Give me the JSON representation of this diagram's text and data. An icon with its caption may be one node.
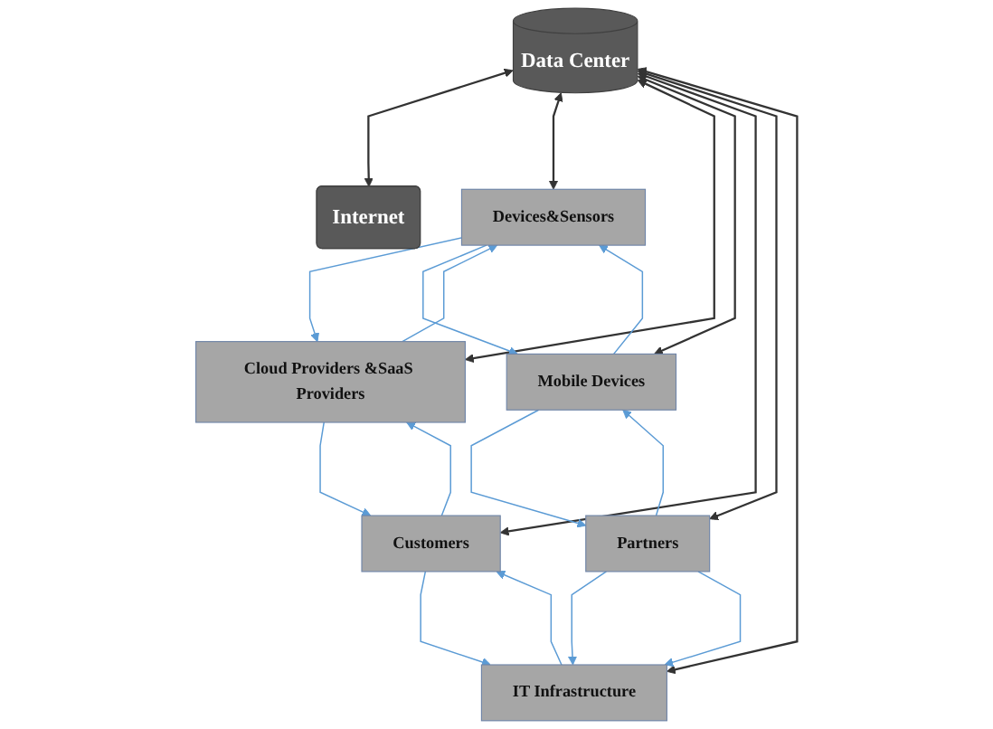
{
  "diagram": {
    "nodes": [
      {
        "text": [
          "Internet"
        ]
      },
      {
        "text": [
          "Devices&Sensors"
        ]
      },
      {
        "text": [
          "Cloud Providers &SaaS Providers"
        ]
      },
      {
        "text": [
          "Mobile Devices"
        ]
      },
      {
        "text": [
          "Data Center"
        ]
      },
      {
        "text": [
          "Customers"
        ]
      },
      {
        "text": [
          "Partners"
        ]
      },
      {
        "text": [
          "IT Infrastructure"
        ]
      }
    ],
    "edges": [
      {
        "from": 4,
        "to": 0,
        "arrow": "both",
        "color": "#333333"
      },
      {
        "from": 4,
        "to": 1,
        "arrow": "both",
        "color": "#333333"
      },
      {
        "from": 4,
        "to": 2,
        "arrow": "both",
        "color": "#333333"
      },
      {
        "from": 4,
        "to": 3,
        "arrow": "both",
        "color": "#333333"
      },
      {
        "from": 4,
        "to": 5,
        "arrow": "both",
        "color": "#333333"
      },
      {
        "from": 4,
        "to": 6,
        "arrow": "both",
        "color": "#333333"
      },
      {
        "from": 4,
        "to": 7,
        "arrow": "both",
        "color": "#333333"
      },
      {
        "from": 1,
        "to": 2,
        "arrow": "to"
      },
      {
        "from": 2,
        "to": 1,
        "arrow": "to"
      },
      {
        "from": 1,
        "to": 3,
        "arrow": "to"
      },
      {
        "from": 3,
        "to": 1,
        "arrow": "to"
      },
      {
        "from": 2,
        "to": 5,
        "arrow": "to"
      },
      {
        "from": 5,
        "to": 2,
        "arrow": "to"
      },
      {
        "from": 3,
        "to": 6,
        "arrow": "to"
      },
      {
        "from": 6,
        "to": 3,
        "arrow": "to"
      },
      {
        "from": 5,
        "to": 7,
        "arrow": "to"
      },
      {
        "from": 7,
        "to": 5,
        "arrow": "to"
      },
      {
        "from": 6,
        "to": 7,
        "arrow": "to"
      },
      {
        "from": 6,
        "to": 7,
        "arrow": "to"
      }
    ]
  }
}
